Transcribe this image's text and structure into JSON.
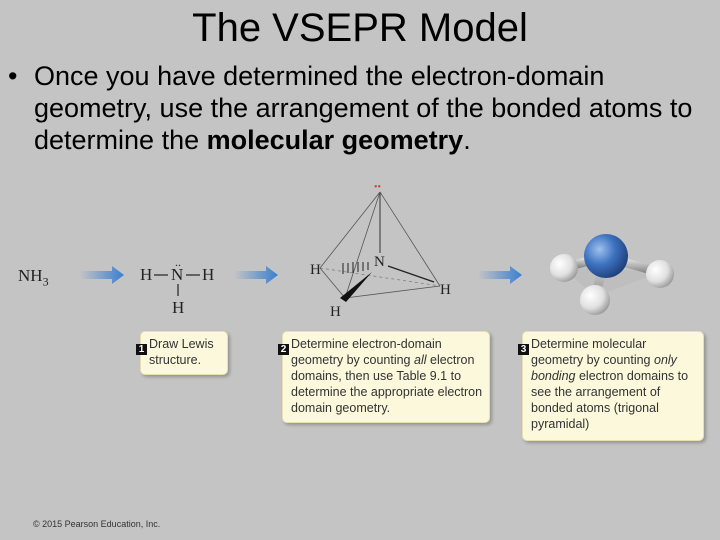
{
  "slide": {
    "title": "The VSEPR Model",
    "bullet_symbol": "•",
    "bullet_part1": "Once you have determined the electron-domain geometry, use the arrangement of the bonded atoms to determine the ",
    "bullet_bold": "molecular geometry",
    "bullet_end": "."
  },
  "figure": {
    "formula_main": "NH",
    "formula_sub": "3",
    "lewis_h_left": "H",
    "lewis_n": "N",
    "lewis_h_right": "H",
    "lewis_h_bottom": "H",
    "lewis_dots": "..",
    "tetra_n": "N",
    "tetra_h1": "H",
    "tetra_h2": "H",
    "tetra_h3": "H",
    "lone_pair": "••",
    "steps": [
      {
        "number": "1",
        "text": "Draw Lewis structure."
      },
      {
        "number": "2",
        "text_a": "Determine electron-domain geometry by counting ",
        "text_em": "all",
        "text_b": " electron domains, then use Table 9.1 to determine the appropriate electron domain geometry."
      },
      {
        "number": "3",
        "text_a": "Determine molecular geometry by counting ",
        "text_em": "only bonding",
        "text_b": " electron domains to see the arrangement of bonded atoms (trigonal pyramidal)"
      }
    ]
  },
  "footer": {
    "copyright": "© 2015 Pearson Education, Inc."
  },
  "colors": {
    "background": "#c4c4c4",
    "arrow": "#3a7fd0",
    "note_bg": "#fbf8dc",
    "nitrogen": "#2f63b0",
    "hydrogen": "#f2f2f2",
    "lone_pair": "#d04040"
  }
}
